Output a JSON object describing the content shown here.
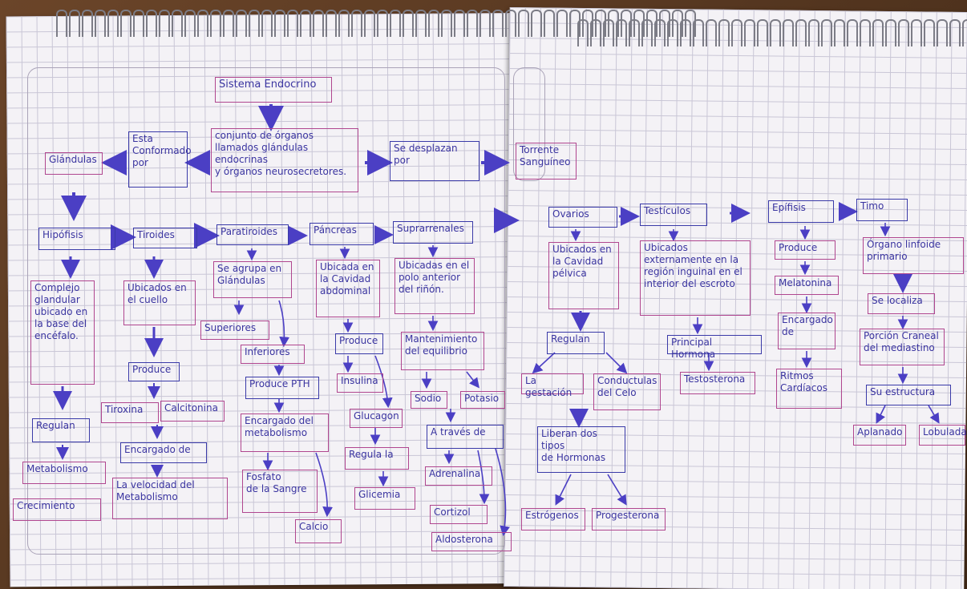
{
  "title": "Sistema Endocrino",
  "definition": "conjunto de órganos\nllamados glándulas endocrinas\ny órganos neurosecretores.",
  "esta_conformado": "Esta\nConformado\npor",
  "glandulas": "Glándulas",
  "se_desplazan": "Se desplazan por",
  "torrente": "Torrente\nSanguíneo",
  "hipofisis": {
    "name": "Hipófisis",
    "desc": "Complejo\nglandular\nubicado en\nla base del\nencéfalo.",
    "regulan": "Regulan",
    "metabolismo": "Metabolismo",
    "crecimiento": "Crecimiento"
  },
  "tiroides": {
    "name": "Tiroides",
    "desc": "Ubicados en\nel cuello",
    "produce": "Produce",
    "tiroxina": "Tiroxina",
    "calcitonina": "Calcitonina",
    "encargado": "Encargado de",
    "velocidad": "La velocidad del\nMetabolismo"
  },
  "paratiroides": {
    "name": "Paratiroides",
    "agrupa": "Se agrupa en\nGlándulas",
    "superiores": "Superiores",
    "inferiores": "Inferiores",
    "produce_pth": "Produce PTH",
    "encargado": "Encargado del\nmetabolismo",
    "fosfato": "Fosfato\nde la Sangre",
    "calcio": "Calcio"
  },
  "pancreas": {
    "name": "Páncreas",
    "desc": "Ubicada en\nla Cavidad\nabdominal",
    "produce": "Produce",
    "insulina": "Insulina",
    "glucagon": "Glucagon",
    "regula": "Regula la",
    "glicemia": "Glicemia"
  },
  "suprarrenales": {
    "name": "Suprarrenales",
    "desc": "Ubicadas en el\npolo anterior\ndel riñón.",
    "mantenimiento": "Mantenimiento\ndel equilibrio",
    "sodio": "Sodio",
    "potasio": "Potasio",
    "a_traves": "A través de",
    "adrenalina": "Adrenalina",
    "cortizol": "Cortizol",
    "aldosterona": "Aldosterona"
  },
  "ovarios": {
    "name": "Ovarios",
    "desc": "Ubicados en\nla Cavidad\npélvica",
    "regulan": "Regulan",
    "gestacion": "La gestación",
    "conductulas": "Conductulas\ndel Celo",
    "liberan": "Liberan dos tipos\nde Hormonas",
    "estrogenos": "Estrógenos",
    "progesterona": "Progesterona"
  },
  "testiculos": {
    "name": "Testículos",
    "desc": "Ubicados\nexternamente en la\nregión inguinal en el\ninterior del escroto",
    "principal": "Principal Hormona",
    "testosterona": "Testosterona"
  },
  "epifisis": {
    "name": "Epífisis",
    "produce": "Produce",
    "melatonina": "Melatonina",
    "encargado": "Encargado\nde",
    "ritmos": "Ritmos\nCardíacos"
  },
  "timo": {
    "name": "Timo",
    "desc": "Órgano linfoide\nprimario",
    "localiza": "Se localiza",
    "porcion": "Porción Craneal\ndel mediastino",
    "estructura": "Su estructura",
    "aplanado": "Aplanado",
    "lobulada": "Lobulada"
  }
}
